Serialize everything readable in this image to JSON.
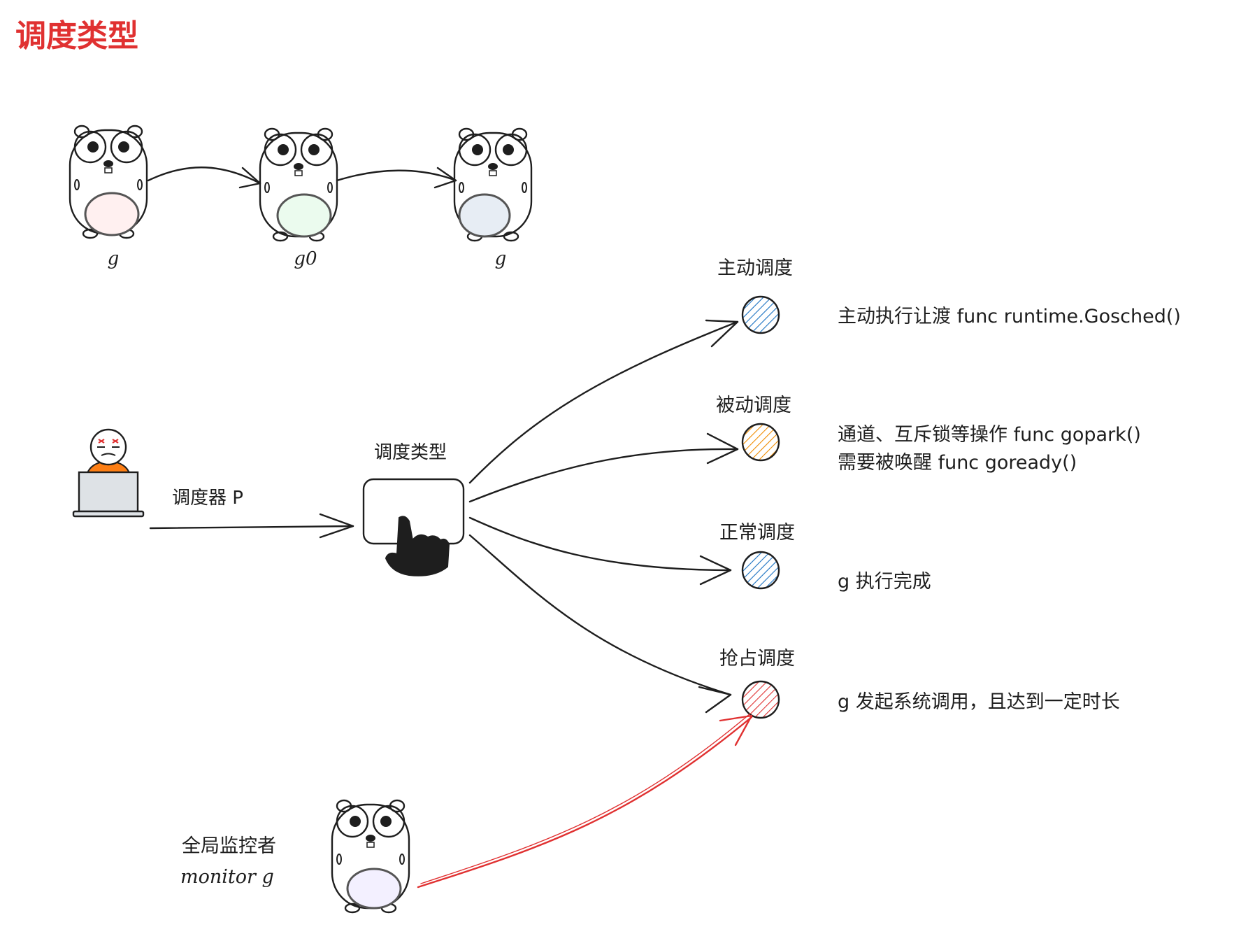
{
  "title": "调度类型",
  "colors": {
    "title": "#e03131",
    "ink": "#1e1e1e",
    "red_arrow": "#e03131",
    "gopher_pink": "#ffc9c9",
    "gopher_green": "#b2f2bb",
    "gopher_blue": "#c5d3e3",
    "gopher_purple": "#e5dbff",
    "dot_blue": "#1971c2",
    "dot_orange": "#f08c00",
    "dot_red": "#e03131",
    "worker_orange": "#fd7e14"
  },
  "gophers": [
    {
      "label": "g",
      "color": "pink"
    },
    {
      "label": "g0",
      "color": "green"
    },
    {
      "label": "g",
      "color": "blue"
    }
  ],
  "scheduler": {
    "label": "调度器 P"
  },
  "hub": {
    "label": "调度类型"
  },
  "types": [
    {
      "label": "主动调度",
      "dot": "blue",
      "desc_lines": [
        "主动执行让渡 func runtime.Gosched()"
      ]
    },
    {
      "label": "被动调度",
      "dot": "orange",
      "desc_lines": [
        "通道、互斥锁等操作 func gopark()",
        "需要被唤醒 func goready()"
      ]
    },
    {
      "label": "正常调度",
      "dot": "blue",
      "desc_lines": [
        "g 执行完成"
      ]
    },
    {
      "label": "抢占调度",
      "dot": "red",
      "desc_lines": [
        "g 发起系统调用，且达到一定时长"
      ]
    }
  ],
  "monitor": {
    "line1": "全局监控者",
    "line2": "monitor g",
    "color": "purple"
  }
}
